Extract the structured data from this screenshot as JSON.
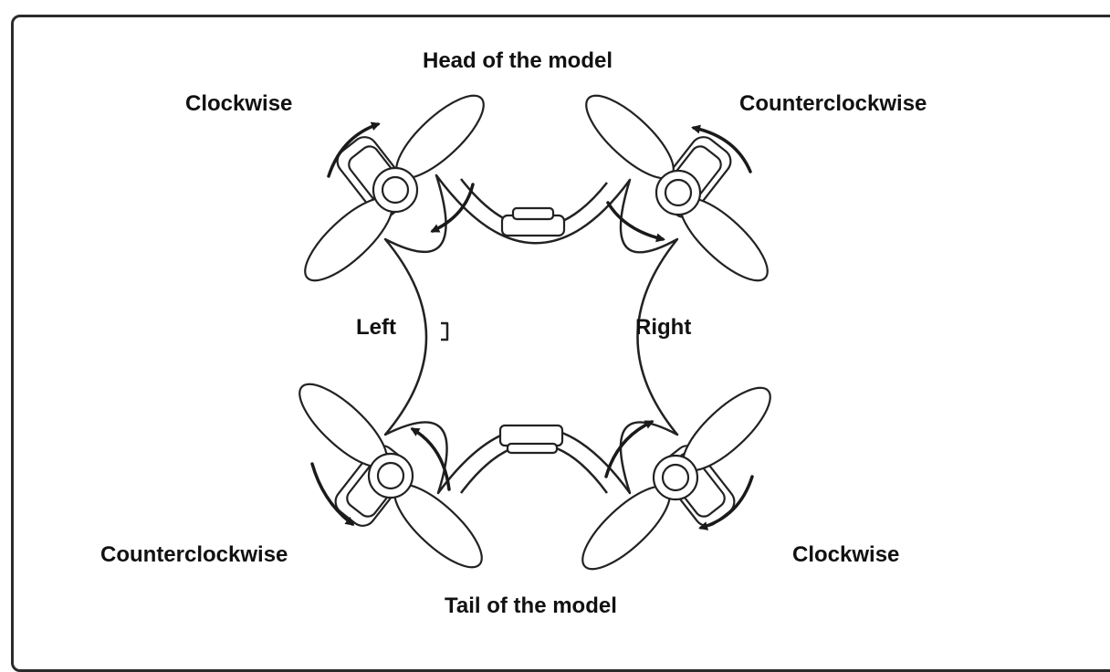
{
  "labels": {
    "head": "Head of the model",
    "tail": "Tail of the model",
    "left": "Left",
    "right": "Right",
    "front_left_rotation": "Clockwise",
    "front_right_rotation": "Counterclockwise",
    "rear_left_rotation": "Counterclockwise",
    "rear_right_rotation": "Clockwise"
  },
  "colors": {
    "line": "#222222",
    "text": "#111111",
    "background": "#ffffff"
  }
}
